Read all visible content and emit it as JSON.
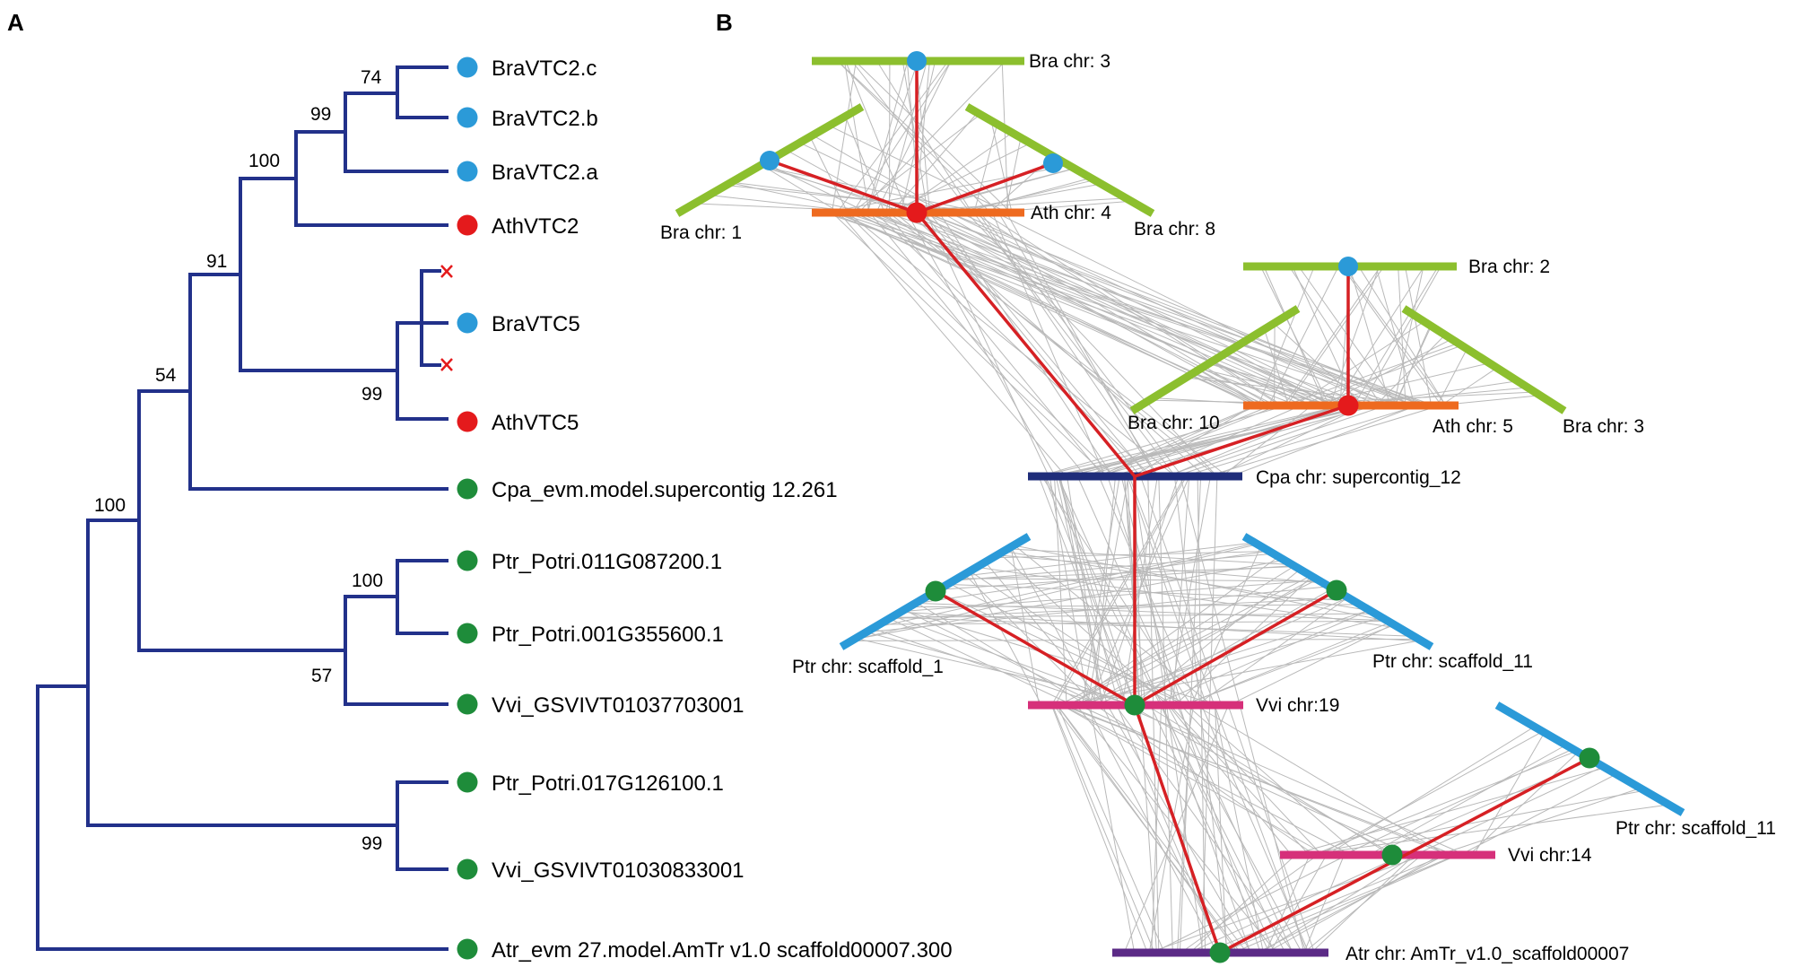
{
  "panels": {
    "a": "A",
    "b": "B"
  },
  "colors": {
    "tree": "#22318a",
    "brassica_gene": "#2b9ad8",
    "arabidopsis_gene": "#e41a1c",
    "outgroup_gene": "#1e8c3a",
    "bra_chromosome": "#8cbf2e",
    "ath_chromosome": "#ee6a1f",
    "cpa_chromosome": "#1f2d7a",
    "ptr_chromosome": "#2b9ad8",
    "vvi_chromosome": "#d6307a",
    "atr_chromosome": "#5b2a86",
    "link": "#d62024",
    "synteny": "#b9b9b9"
  },
  "tree": {
    "leaves": [
      {
        "label": "BraVTC2.c",
        "group": "brassica"
      },
      {
        "label": "BraVTC2.b",
        "group": "brassica"
      },
      {
        "label": "BraVTC2.a",
        "group": "brassica"
      },
      {
        "label": "AthVTC2",
        "group": "arabidopsis"
      },
      {
        "label": "X",
        "group": "lost"
      },
      {
        "label": "BraVTC5",
        "group": "brassica"
      },
      {
        "label": "X",
        "group": "lost"
      },
      {
        "label": "AthVTC5",
        "group": "arabidopsis"
      },
      {
        "label": "Cpa_evm.model.supercontig 12.261",
        "group": "outgroup"
      },
      {
        "label": "Ptr_Potri.011G087200.1",
        "group": "outgroup"
      },
      {
        "label": "Ptr_Potri.001G355600.1",
        "group": "outgroup"
      },
      {
        "label": "Vvi_GSVIVT01037703001",
        "group": "outgroup"
      },
      {
        "label": "Ptr_Potri.017G126100.1",
        "group": "outgroup"
      },
      {
        "label": "Vvi_GSVIVT01030833001",
        "group": "outgroup"
      },
      {
        "label": "Atr_evm 27.model.AmTr v1.0 scaffold00007.300",
        "group": "outgroup"
      }
    ],
    "support_values": [
      "74",
      "99",
      "100",
      "91",
      "99",
      "54",
      "100",
      "100",
      "57",
      "99"
    ]
  },
  "synteny": {
    "chromosomes": [
      {
        "label": "Bra chr: 3",
        "species": "bra"
      },
      {
        "label": "Bra chr: 1",
        "species": "bra"
      },
      {
        "label": "Bra chr: 8",
        "species": "bra"
      },
      {
        "label": "Ath chr: 4",
        "species": "ath"
      },
      {
        "label": "Bra chr: 2",
        "species": "bra"
      },
      {
        "label": "Bra chr: 10",
        "species": "bra"
      },
      {
        "label": "Bra chr: 3",
        "species": "bra"
      },
      {
        "label": "Ath chr: 5",
        "species": "ath"
      },
      {
        "label": "Cpa chr: supercontig_12",
        "species": "cpa"
      },
      {
        "label": "Ptr chr: scaffold_1",
        "species": "ptr"
      },
      {
        "label": "Ptr chr: scaffold_11",
        "species": "ptr"
      },
      {
        "label": "Vvi chr:19",
        "species": "vvi"
      },
      {
        "label": "Ptr chr: scaffold_11",
        "species": "ptr"
      },
      {
        "label": "Vvi chr:14",
        "species": "vvi"
      },
      {
        "label": "Atr chr: AmTr_v1.0_scaffold00007",
        "species": "atr"
      }
    ]
  }
}
